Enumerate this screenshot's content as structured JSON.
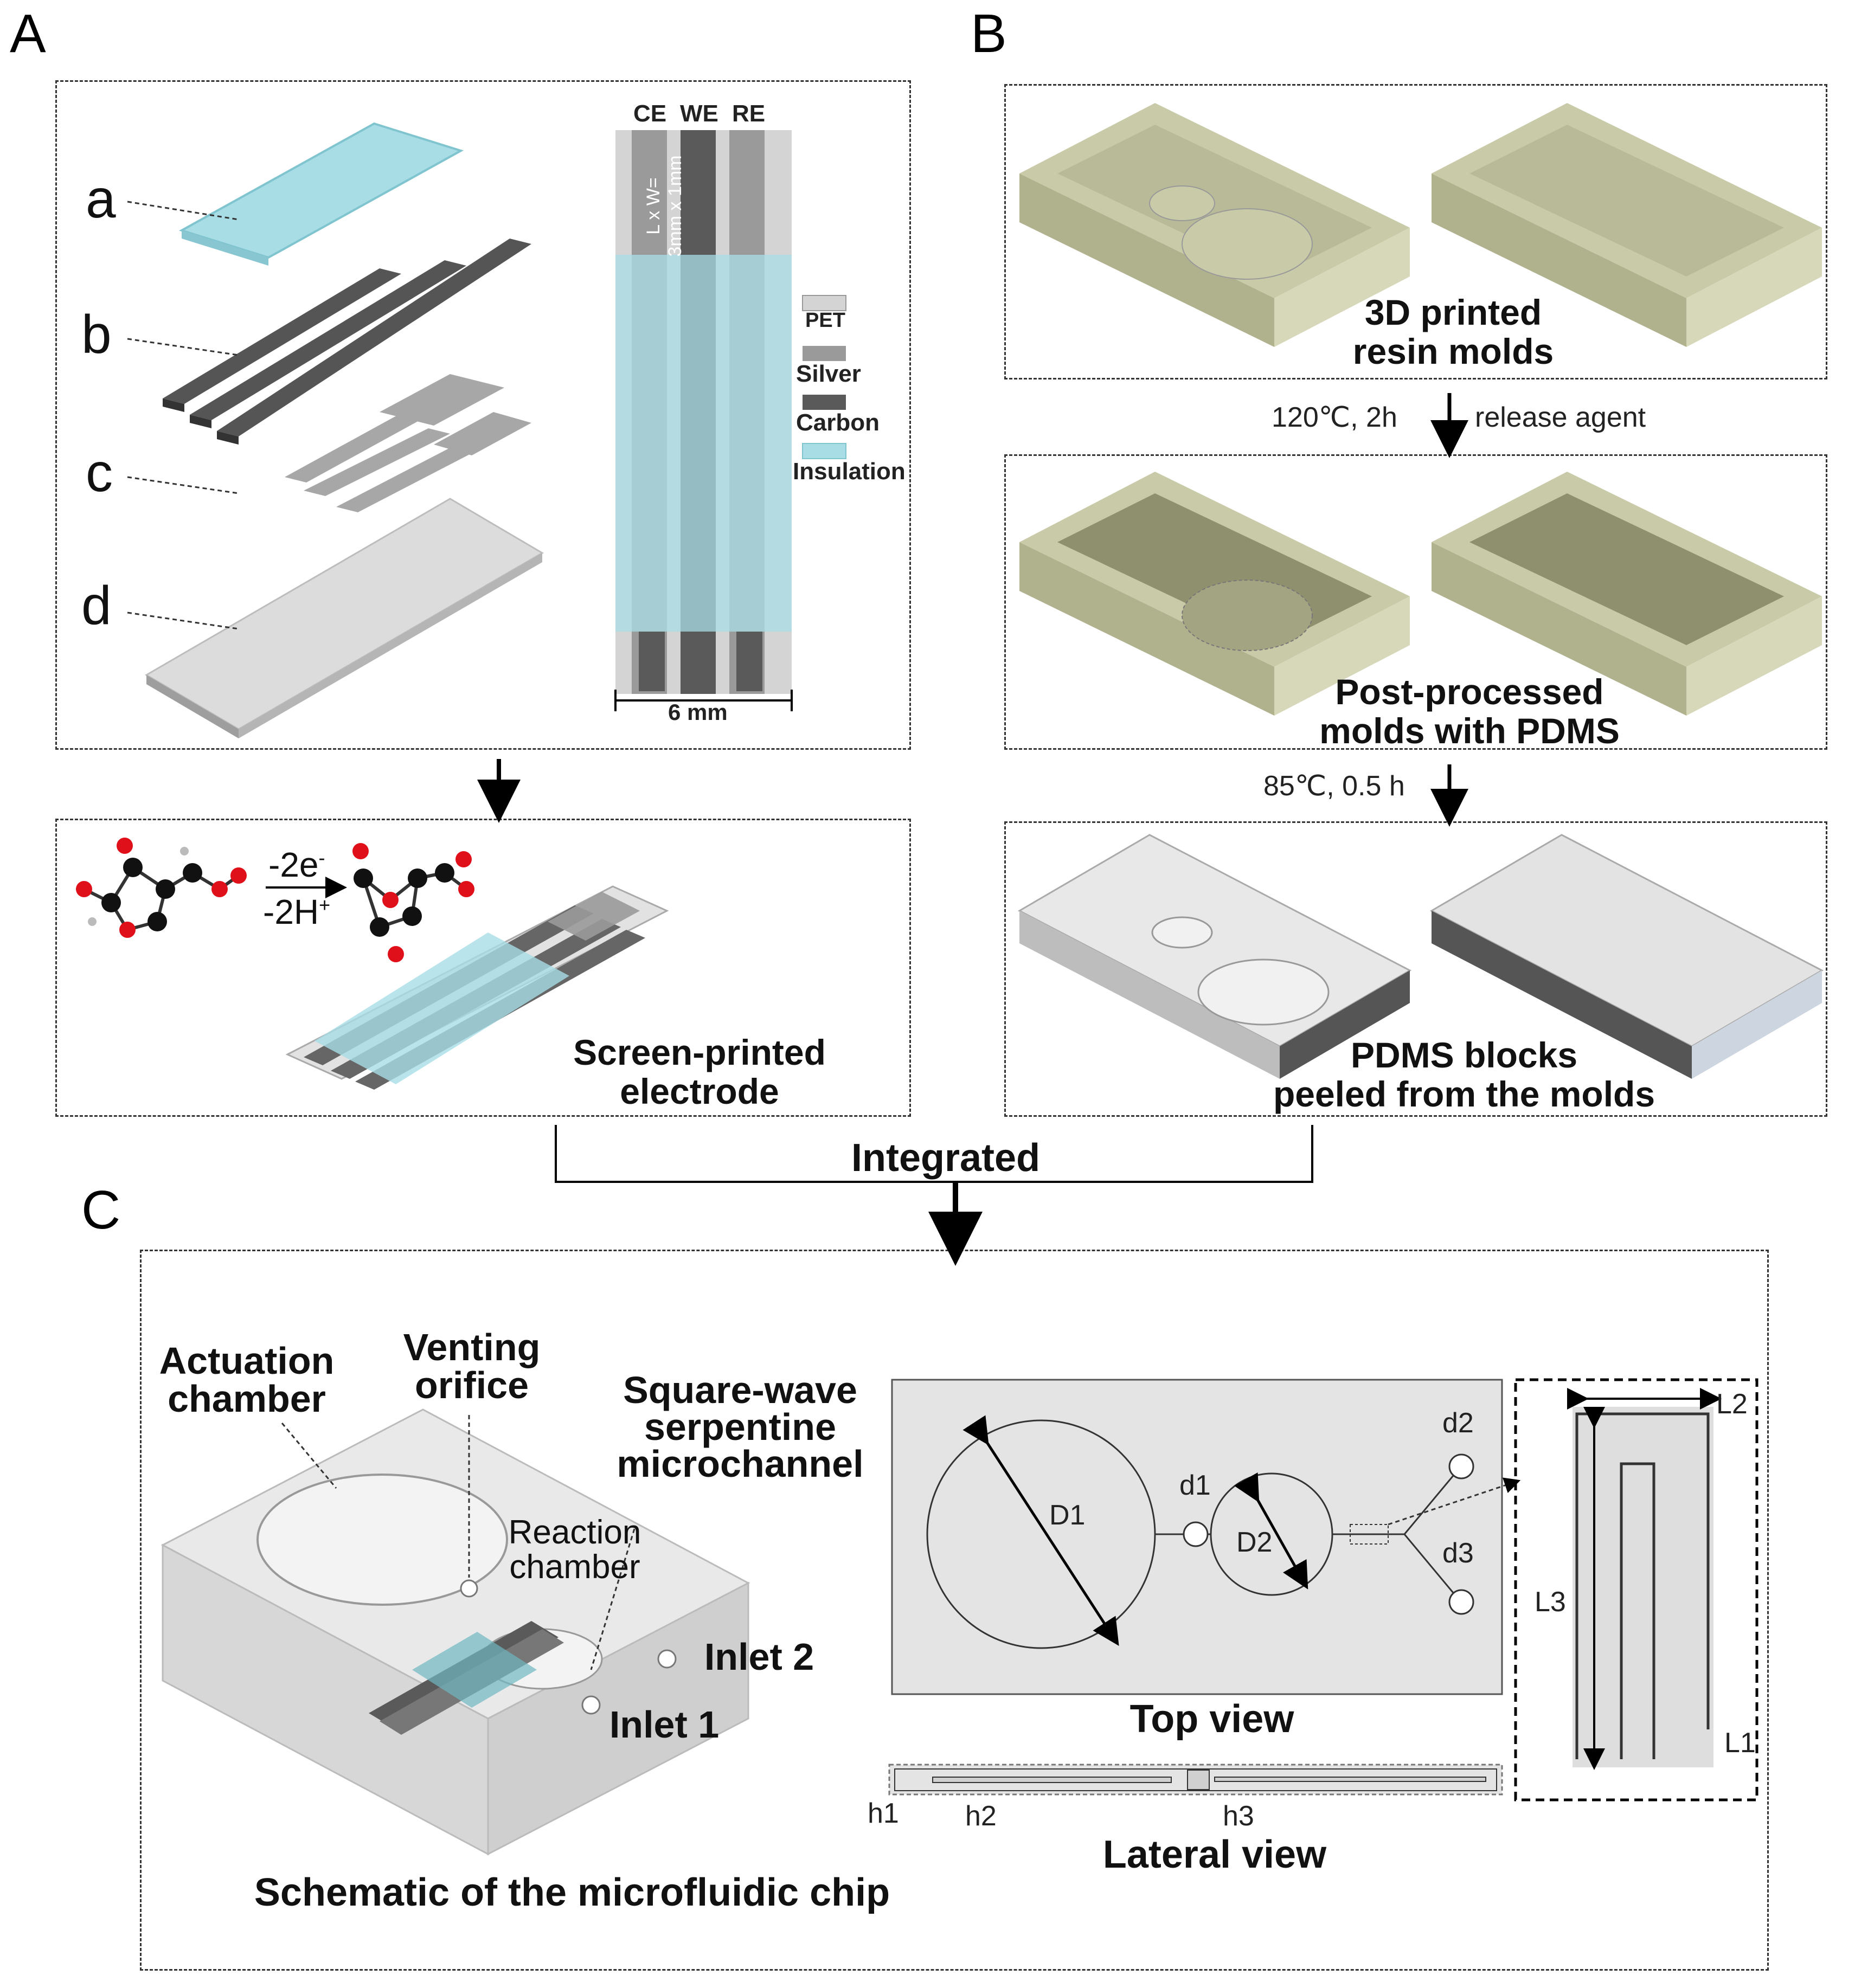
{
  "panels": {
    "a": "A",
    "b": "B",
    "c": "C"
  },
  "panelA": {
    "layers": [
      "a",
      "b",
      "c",
      "d"
    ],
    "electrodes": [
      "CE",
      "WE",
      "RE"
    ],
    "dims_line1": "L x W=",
    "dims_line2": "3mm x 1mm",
    "legend": [
      "PET",
      "Silver",
      "Carbon",
      "Insulation"
    ],
    "scale": "6 mm",
    "reaction_top": "-2e",
    "reaction_top_sup": "-",
    "reaction_bottom": "-2H",
    "reaction_bottom_sup": "+",
    "spe_caption_line1": "Screen-printed",
    "spe_caption_line2": "electrode"
  },
  "panelB": {
    "mold_caption_line1": "3D printed",
    "mold_caption_line2": "resin molds",
    "step1_left": "120℃, 2h",
    "step1_right": "release agent",
    "post_caption_line1": "Post-processed",
    "post_caption_line2": "molds with PDMS",
    "step2_left": "85℃, 0.5 h",
    "pdms_caption_line1": "PDMS blocks",
    "pdms_caption_line2": "peeled from the molds"
  },
  "integrated": "Integrated",
  "panelC": {
    "actuation_line1": "Actuation",
    "actuation_line2": "chamber",
    "venting_line1": "Venting",
    "venting_line2": "orifice",
    "serp_line1": "Square-wave",
    "serp_line2": "serpentine",
    "serp_line3": "microchannel",
    "reaction_line1": "Reaction",
    "reaction_line2": "chamber",
    "inlet2": "Inlet 2",
    "inlet1": "Inlet 1",
    "chip_caption": "Schematic of the microfluidic chip",
    "top_view": "Top view",
    "lateral_view": "Lateral view",
    "dims": {
      "D1": "D1",
      "D2": "D2",
      "d1": "d1",
      "d2": "d2",
      "d3": "d3",
      "L1": "L1",
      "L2": "L2",
      "L3": "L3",
      "h1": "h1",
      "h2": "h2",
      "h3": "h3"
    }
  },
  "colors": {
    "insulation": "#a8dde6",
    "carbon": "#5a5a5a",
    "silver": "#9a9a9a",
    "pet": "#d4d4d4",
    "mold": "#c9cba8"
  }
}
